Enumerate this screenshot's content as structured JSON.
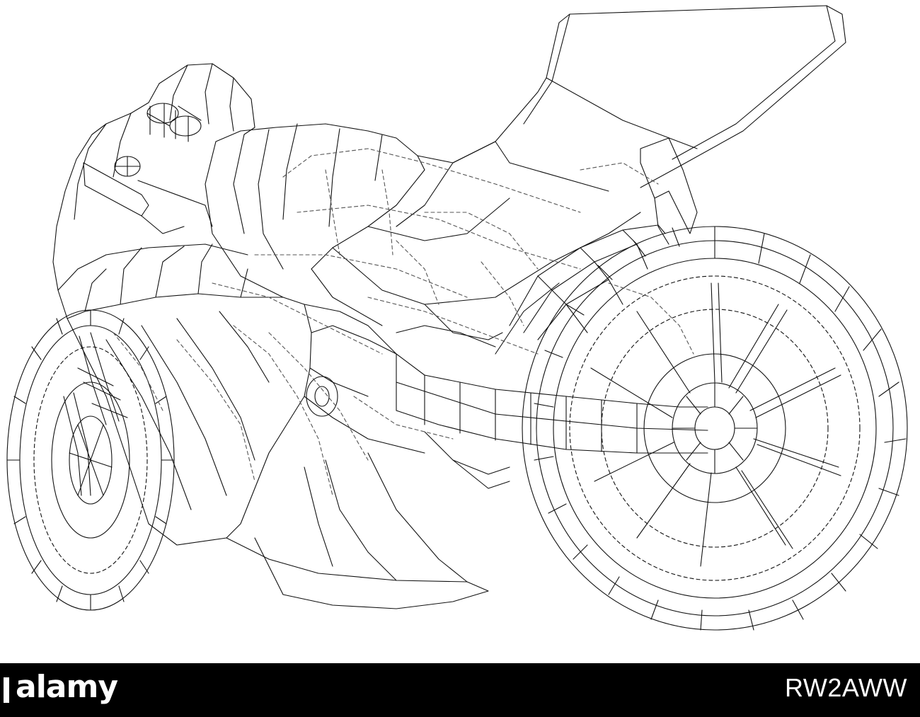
{
  "image": {
    "subject": "wireframe-sport-motorcycle",
    "line_color": "#111111",
    "background_color": "#ffffff"
  },
  "footer": {
    "brand": "alamy",
    "stock_id": "RW2AWW",
    "background_color": "#000000",
    "text_color": "#ffffff"
  }
}
